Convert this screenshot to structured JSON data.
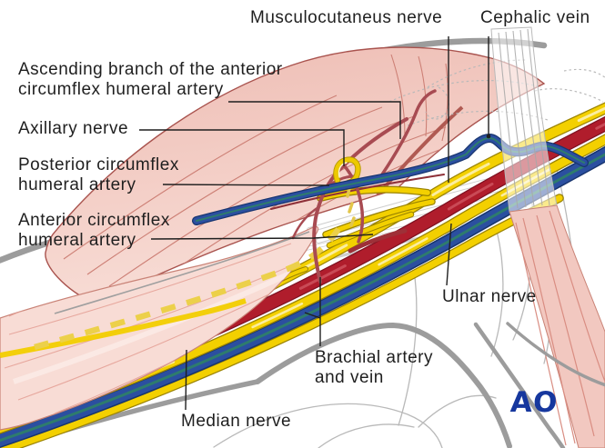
{
  "figure": {
    "kind": "anatomical illustration",
    "subject": "Neurovascular structures of the upper arm and shoulder (anterior view)",
    "logo": {
      "text": "AO",
      "color": "#16379e"
    },
    "labels": {
      "musculocutaneus_nerve": {
        "text": "Musculocutaneus nerve"
      },
      "cephalic_vein": {
        "text": "Cephalic vein"
      },
      "ascending_branch": {
        "line1": "Ascending branch of the anterior",
        "line2": "circumflex humeral artery"
      },
      "axillary_nerve": {
        "text": "Axillary nerve"
      },
      "posterior_circumflex": {
        "line1": "Posterior circumflex",
        "line2": "humeral artery"
      },
      "anterior_circumflex": {
        "line1": "Anterior circumflex",
        "line2": "humeral artery"
      },
      "ulnar_nerve": {
        "text": "Ulnar nerve"
      },
      "brachial_artery_and_vein": {
        "line1": "Brachial artery",
        "line2": "and vein"
      },
      "median_nerve": {
        "text": "Median nerve"
      }
    },
    "colors": {
      "artery_red": "#b01d2c",
      "artery_branch_red": "#a84b52",
      "vein_blue": "#2b4fa0",
      "vein_core_teal": "#2e7c6d",
      "nerve_yellow": "#f3d000",
      "muscle_pink": "#f1c3bb",
      "muscle_pink_light": "#f8dcd5",
      "contour_gray": "#9c9c9c",
      "label_text": "#1f1f1f",
      "logo_blue": "#16379e",
      "background": "#ffffff"
    }
  }
}
